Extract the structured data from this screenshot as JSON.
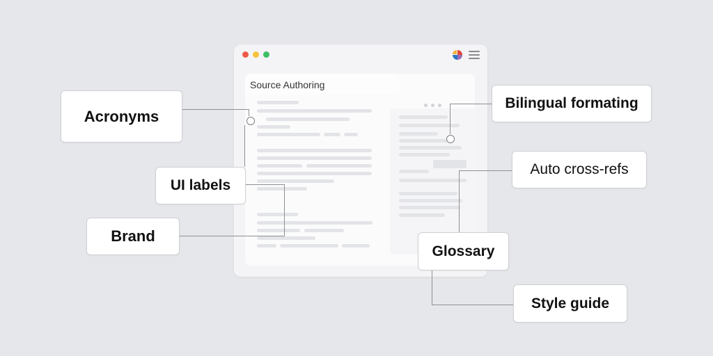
{
  "window": {
    "traffic_lights": [
      "close",
      "minimize",
      "maximize"
    ],
    "logo_icon": "color-wheel-icon",
    "menu_icon": "hamburger-icon"
  },
  "document": {
    "tab_title": "Source Authoring"
  },
  "callouts": [
    {
      "id": "acronyms",
      "label": "Acronyms"
    },
    {
      "id": "ui-labels",
      "label": "UI labels"
    },
    {
      "id": "brand",
      "label": "Brand"
    },
    {
      "id": "bilingual",
      "label": "Bilingual formating"
    },
    {
      "id": "auto-xrefs",
      "label": "Auto cross-refs"
    },
    {
      "id": "glossary",
      "label": "Glossary"
    },
    {
      "id": "style-guide",
      "label": "Style guide"
    }
  ],
  "colors": {
    "background": "#e6e7ea",
    "window": "#f4f4f6",
    "close": "#ee5a4a",
    "minimize": "#f5c43a",
    "maximize": "#3dbe62",
    "connector": "#8e8f93"
  }
}
